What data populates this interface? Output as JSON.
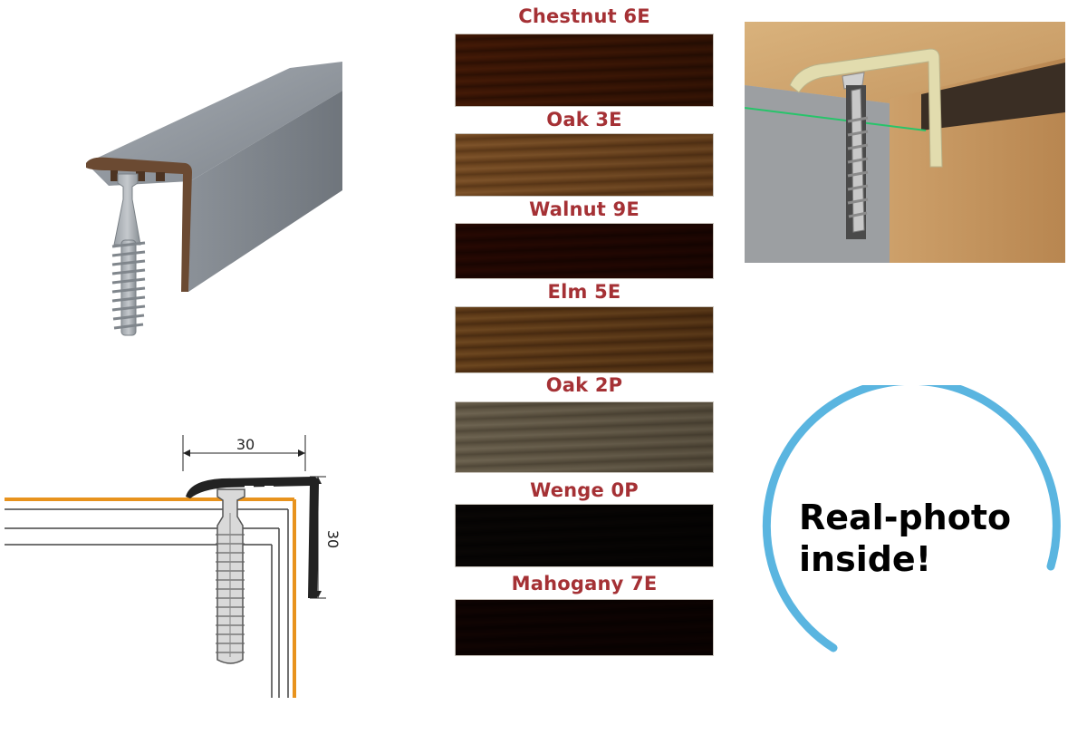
{
  "swatches": [
    {
      "label": "Chestnut 6E",
      "color": "#7a4a24",
      "light": "#8f5a2e",
      "dark": "#5e3818"
    },
    {
      "label": "Oak 3E",
      "color": "#a8865b",
      "light": "#c0a077",
      "dark": "#8c6c45"
    },
    {
      "label": "Walnut 9E",
      "color": "#5b2a16",
      "light": "#6e3620",
      "dark": "#461f10"
    },
    {
      "label": "Elm 5E",
      "color": "#9b7a4e",
      "light": "#b5976a",
      "dark": "#7d5f3a"
    },
    {
      "label": "Oak 2P",
      "color": "#9d9585",
      "light": "#b3ac9d",
      "dark": "#847c6d"
    },
    {
      "label": "Wenge 0P",
      "color": "#2b2420",
      "light": "#3a312b",
      "dark": "#1c1714"
    },
    {
      "label": "Mahogany 7E",
      "color": "#3a1c16",
      "light": "#4a261e",
      "dark": "#29120d"
    }
  ],
  "drawing": {
    "width_label": "30",
    "height_label": "30"
  },
  "badge": {
    "line1": "Real-photo",
    "line2": "inside!",
    "ring_color": "#5ab5e0"
  },
  "colors": {
    "profile_grey": "#8e949b",
    "profile_edge": "#6b4a32",
    "floor_orange": "#e8931d",
    "label_red": "#a53135"
  }
}
